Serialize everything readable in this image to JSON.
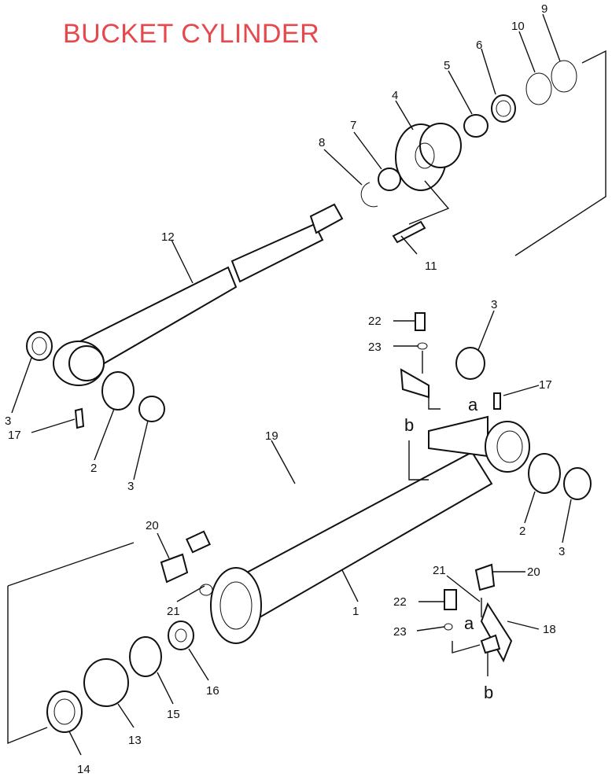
{
  "title": "BUCKET CYLINDER",
  "callouts": {
    "p1": "1",
    "p2a": "2",
    "p2b": "2",
    "p3a": "3",
    "p3b": "3",
    "p3c": "3",
    "p3d": "3",
    "p4": "4",
    "p5": "5",
    "p6": "6",
    "p7": "7",
    "p8": "8",
    "p9": "9",
    "p10": "10",
    "p11": "11",
    "p12": "12",
    "p13": "13",
    "p14": "14",
    "p15": "15",
    "p16": "16",
    "p17a": "17",
    "p17b": "17",
    "p18": "18",
    "p19": "19",
    "p20a": "20",
    "p20b": "20",
    "p21a": "21",
    "p21b": "21",
    "p22a": "22",
    "p22b": "22",
    "p23a": "23",
    "p23b": "23"
  },
  "refs": {
    "a1": "a",
    "a2": "a",
    "b1": "b",
    "b2": "b"
  }
}
